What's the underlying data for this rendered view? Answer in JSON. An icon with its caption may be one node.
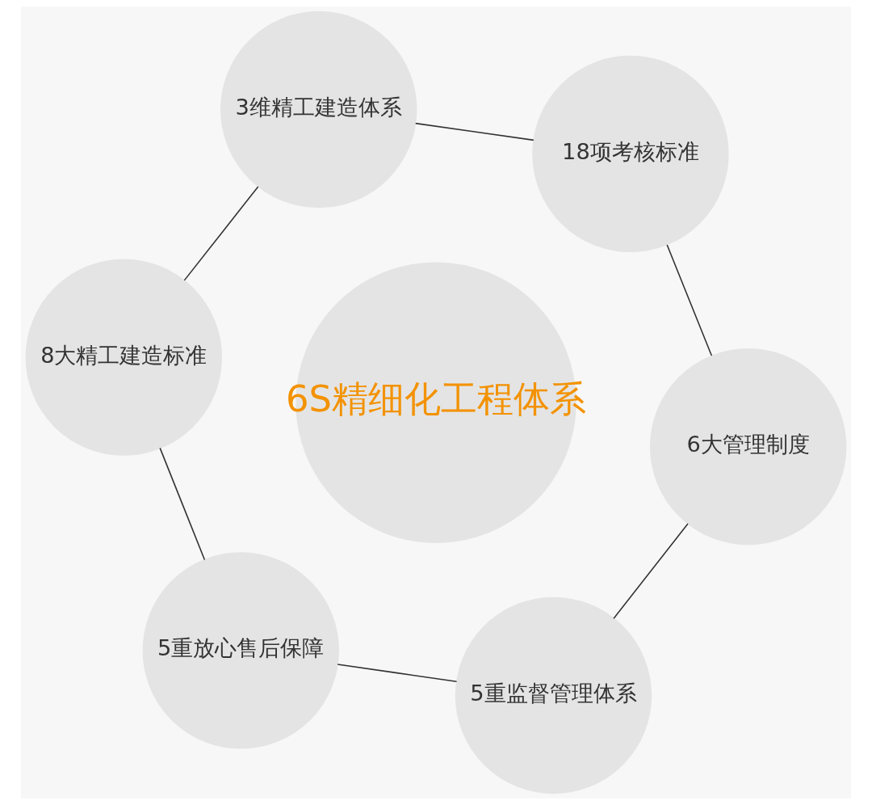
{
  "diagram": {
    "nodes": [
      {
        "text": [
          "6S精细化工程体系"
        ]
      },
      {
        "text": [
          "5重监督管理体系"
        ]
      },
      {
        "text": [
          "6大管理制度"
        ]
      },
      {
        "text": [
          "18项考核标准"
        ]
      },
      {
        "text": [
          "3维精工建造体系"
        ]
      },
      {
        "text": [
          "8大精工建造标准"
        ]
      },
      {
        "text": [
          "5重放心售后保障"
        ]
      }
    ],
    "edges": [
      {
        "from": 1,
        "to": 2,
        "arrow": "none"
      },
      {
        "from": 2,
        "to": 3,
        "arrow": "none"
      },
      {
        "from": 3,
        "to": 4,
        "arrow": "none"
      },
      {
        "from": 4,
        "to": 5,
        "arrow": "none"
      },
      {
        "from": 5,
        "to": 6,
        "arrow": "none"
      },
      {
        "from": 6,
        "to": 1,
        "arrow": "none"
      }
    ]
  }
}
